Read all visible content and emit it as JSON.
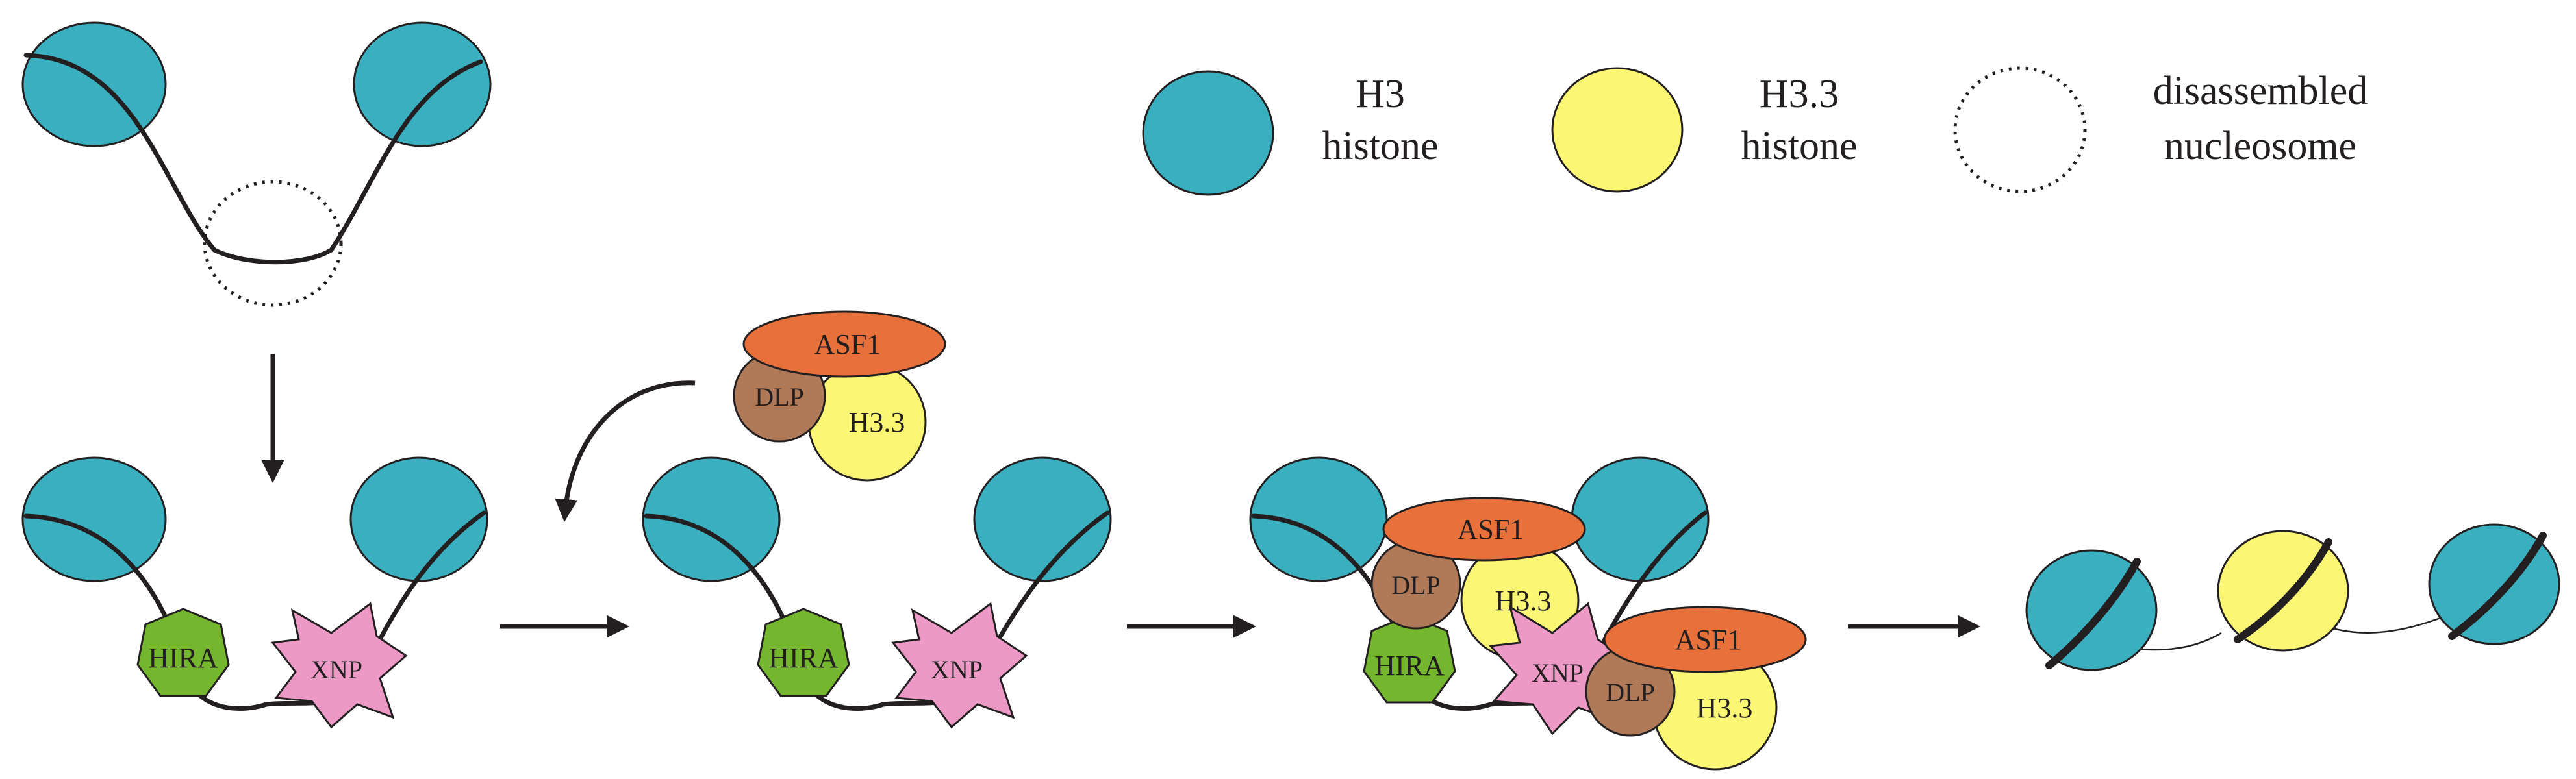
{
  "colors": {
    "h3": "#3aafbf",
    "h33": "#fbf674",
    "asf1": "#e8703b",
    "dlp": "#b07a58",
    "hira": "#74b72e",
    "xnp": "#ec9ac5",
    "ink": "#231f20"
  },
  "legend": {
    "h3_line1": "H3",
    "h3_line2": "histone",
    "h33_line1": "H3.3",
    "h33_line2": "histone",
    "disassembled_line1": "disassembled",
    "disassembled_line2": "nucleosome"
  },
  "labels": {
    "hira": "HIRA",
    "xnp": "XNP",
    "asf1": "ASF1",
    "dlp": "DLP",
    "h33": "H3.3"
  }
}
